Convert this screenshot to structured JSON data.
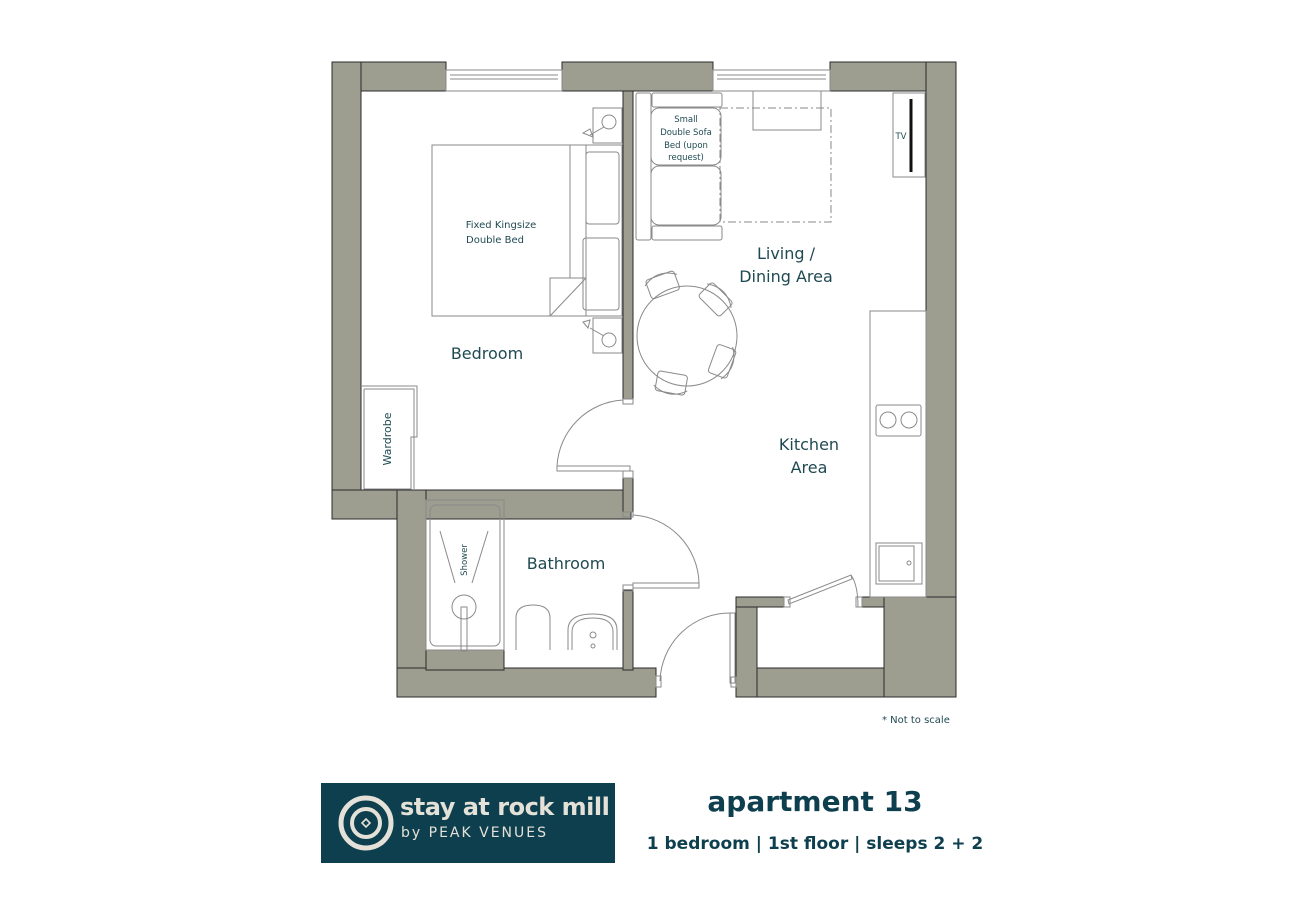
{
  "plan": {
    "rooms": {
      "bedroom": "Bedroom",
      "living_line1": "Living /",
      "living_line2": "Dining Area",
      "kitchen_line1": "Kitchen",
      "kitchen_line2": "Area",
      "bathroom": "Bathroom"
    },
    "furniture": {
      "bed_line1": "Fixed Kingsize",
      "bed_line2": "Double Bed",
      "sofa_line1": "Small",
      "sofa_line2": "Double Sofa",
      "sofa_line3": "Bed (upon",
      "sofa_line4": "request)",
      "tv": "TV",
      "wardrobe": "Wardrobe",
      "shower": "Shower"
    },
    "note": "* Not to scale",
    "colors": {
      "wall": "#9d9d90",
      "label": "#1f4a52",
      "brand": "#0e3f4e",
      "brand_text": "#e4e1d8"
    }
  },
  "brand": {
    "name": "stay at rock mill",
    "byline": "by PEAK VENUES",
    "icon": "target-diamond-icon"
  },
  "apartment": {
    "title": "apartment 13",
    "details": "1 bedroom | 1st floor | sleeps 2 + 2"
  }
}
